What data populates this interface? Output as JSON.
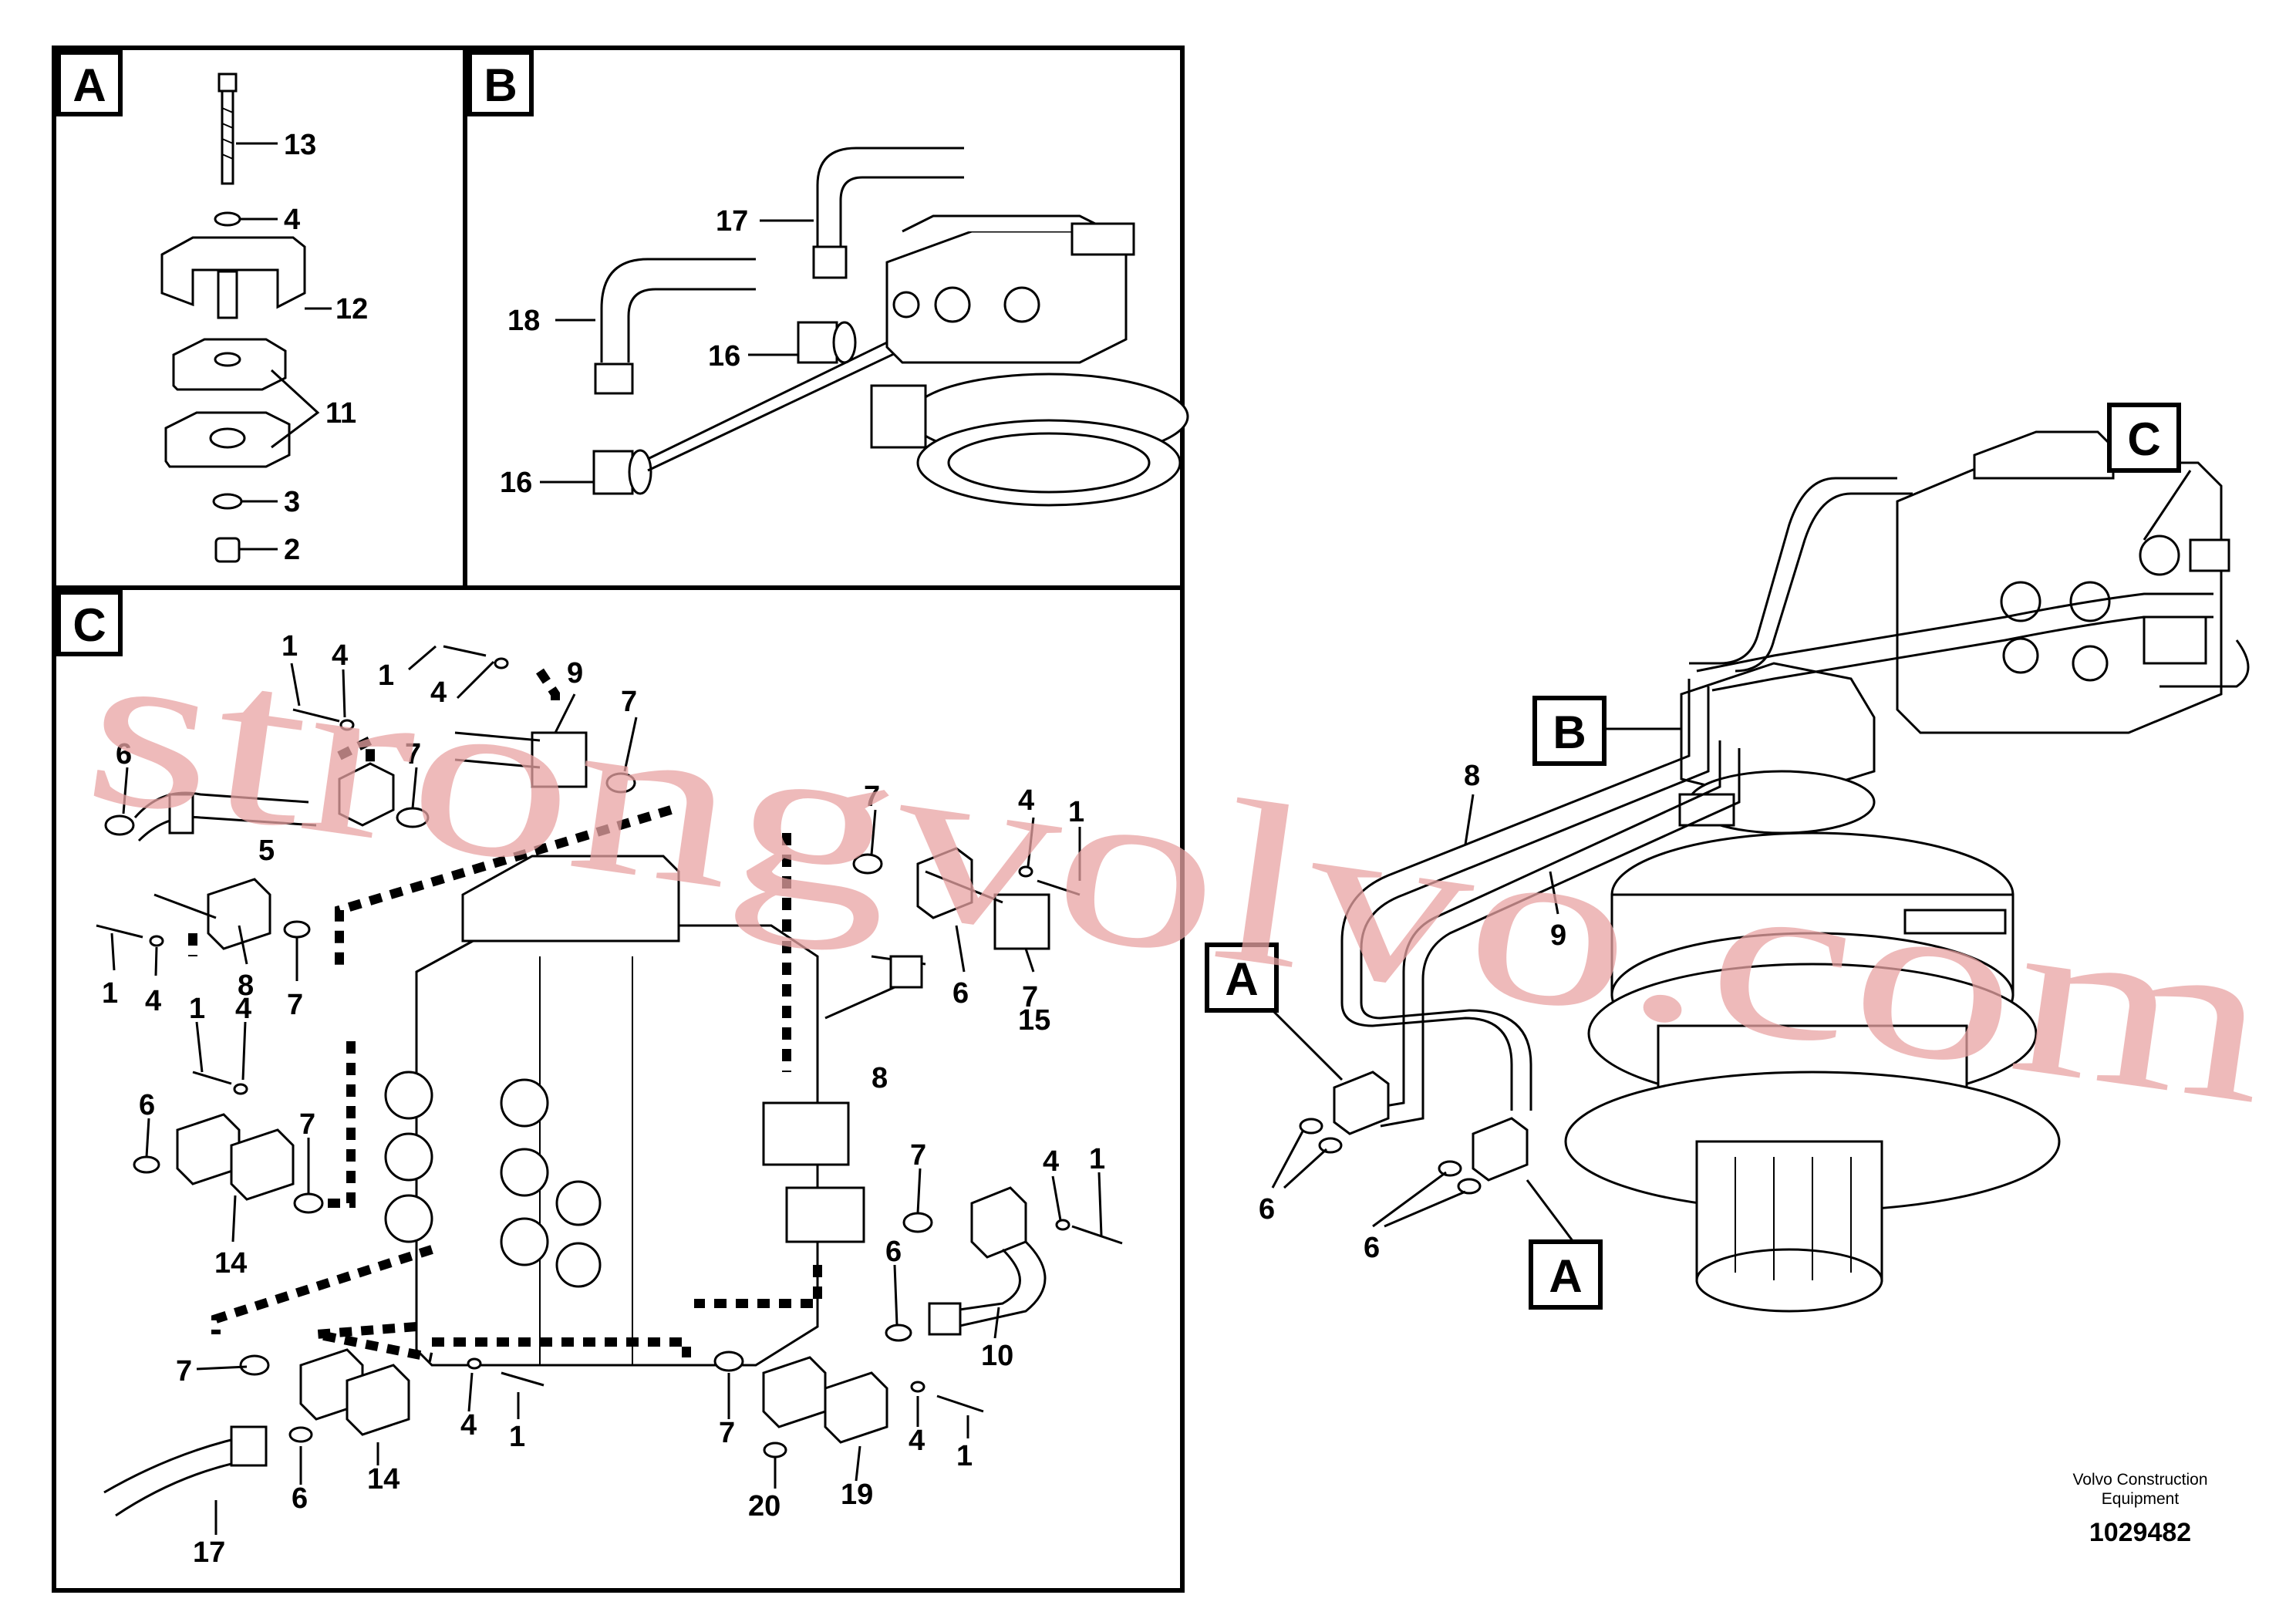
{
  "panels": {
    "A": {
      "label": "A",
      "callouts": [
        "13",
        "4",
        "12",
        "11",
        "3",
        "2"
      ]
    },
    "B": {
      "label": "B",
      "callouts": [
        "17",
        "18",
        "16",
        "16"
      ]
    },
    "C": {
      "label": "C",
      "callouts": [
        "1",
        "4",
        "1",
        "4",
        "9",
        "7",
        "6",
        "5",
        "7",
        "7",
        "4",
        "1",
        "1",
        "4",
        "8",
        "7",
        "7",
        "6",
        "15",
        "8",
        "1",
        "4",
        "6",
        "7",
        "7",
        "4",
        "1",
        "14",
        "6",
        "10",
        "7",
        "4",
        "1",
        "7",
        "4",
        "1",
        "20",
        "19",
        "6",
        "14",
        "17"
      ]
    }
  },
  "overview": {
    "flags": [
      "C",
      "B",
      "A",
      "A"
    ],
    "callouts": [
      "8",
      "9",
      "6",
      "6"
    ]
  },
  "watermark": "strongvolvo.com",
  "footer": {
    "maker_line1": "Volvo Construction",
    "maker_line2": "Equipment",
    "drawing_number": "1029482"
  }
}
